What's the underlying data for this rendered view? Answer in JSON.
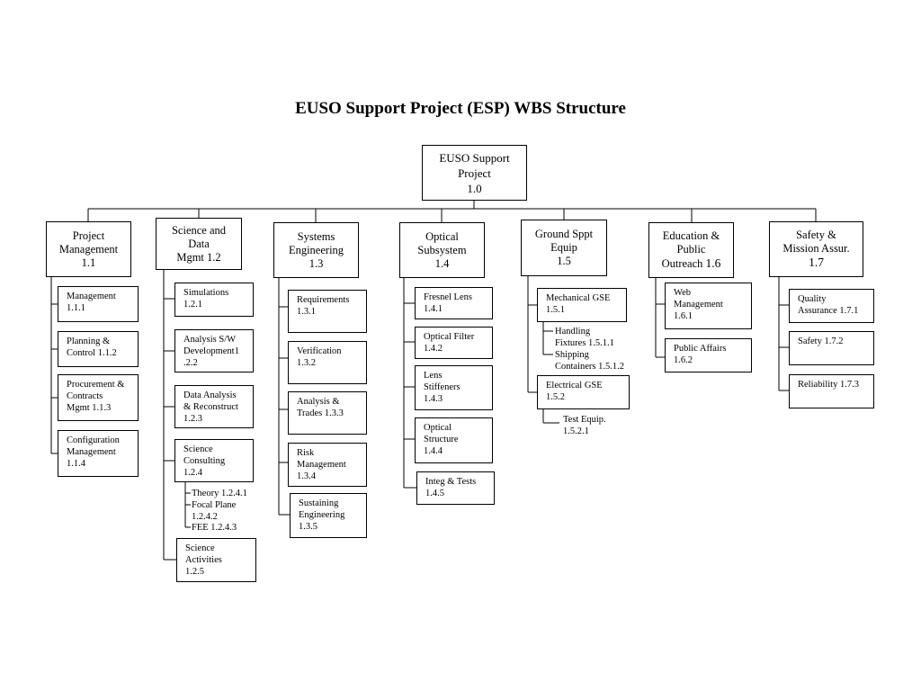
{
  "title": "EUSO Support Project (ESP) WBS Structure",
  "root": "EUSO Support\nProject\n1.0",
  "branches": {
    "b1": {
      "label": "Project\nManagement\n1.1",
      "items": [
        "Management\n1.1.1",
        "Planning &\nControl 1.1.2",
        "Procurement &\nContracts\nMgmt 1.1.3",
        "Configuration\nManagement\n1.1.4"
      ]
    },
    "b2": {
      "label": "Science and\nData\nMgmt  1.2",
      "items": [
        "Simulations\n 1.2.1",
        "Analysis S/W\nDevelopment1\n.2.2",
        "Data Analysis\n& Reconstruct\n1.2.3",
        "Science\nConsulting\n1.2.4",
        "Science\nActivities\n1.2.5"
      ],
      "sub": [
        "Theory 1.2.4.1",
        "Focal Plane\n1.2.4.2",
        "FEE 1.2.4.3"
      ]
    },
    "b3": {
      "label": "Systems\nEngineering\n1.3",
      "items": [
        "Requirements\n1.3.1",
        "Verification\n1.3.2",
        "Analysis &\nTrades  1.3.3",
        "Risk\nManagement\n1.3.4",
        "Sustaining\nEngineering\n1.3.5"
      ]
    },
    "b4": {
      "label": "Optical\nSubsystem\n1.4",
      "items": [
        "Fresnel Lens\n1.4.1",
        "Optical Filter\n1.4.2",
        "Lens\nStiffeners\n1.4.3",
        "Optical\nStructure\n1.4.4",
        "Integ & Tests\n1.4.5"
      ]
    },
    "b5": {
      "label": "Ground Sppt\nEquip\n1.5",
      "items": [
        "Mechanical GSE\n1.5.1",
        "Electrical GSE\n1.5.2"
      ],
      "sub_mech": [
        "Handling\nFixtures 1.5.1.1",
        "Shipping\nContainers 1.5.1.2"
      ],
      "sub_elec": [
        "Test Equip.\n1.5.2.1"
      ]
    },
    "b6": {
      "label_main": "Education &\nPublic\nOutreach",
      "label_num": "1.6",
      "items": [
        "Web\nManagement\n1.6.1",
        "Public Affairs\n1.6.2"
      ]
    },
    "b7": {
      "label_main": "Safety &\nMission Assur.",
      "label_num": "1.7",
      "items": [
        "Quality\nAssurance 1.7.1",
        "Safety 1.7.2",
        "Reliability 1.7.3"
      ]
    }
  }
}
